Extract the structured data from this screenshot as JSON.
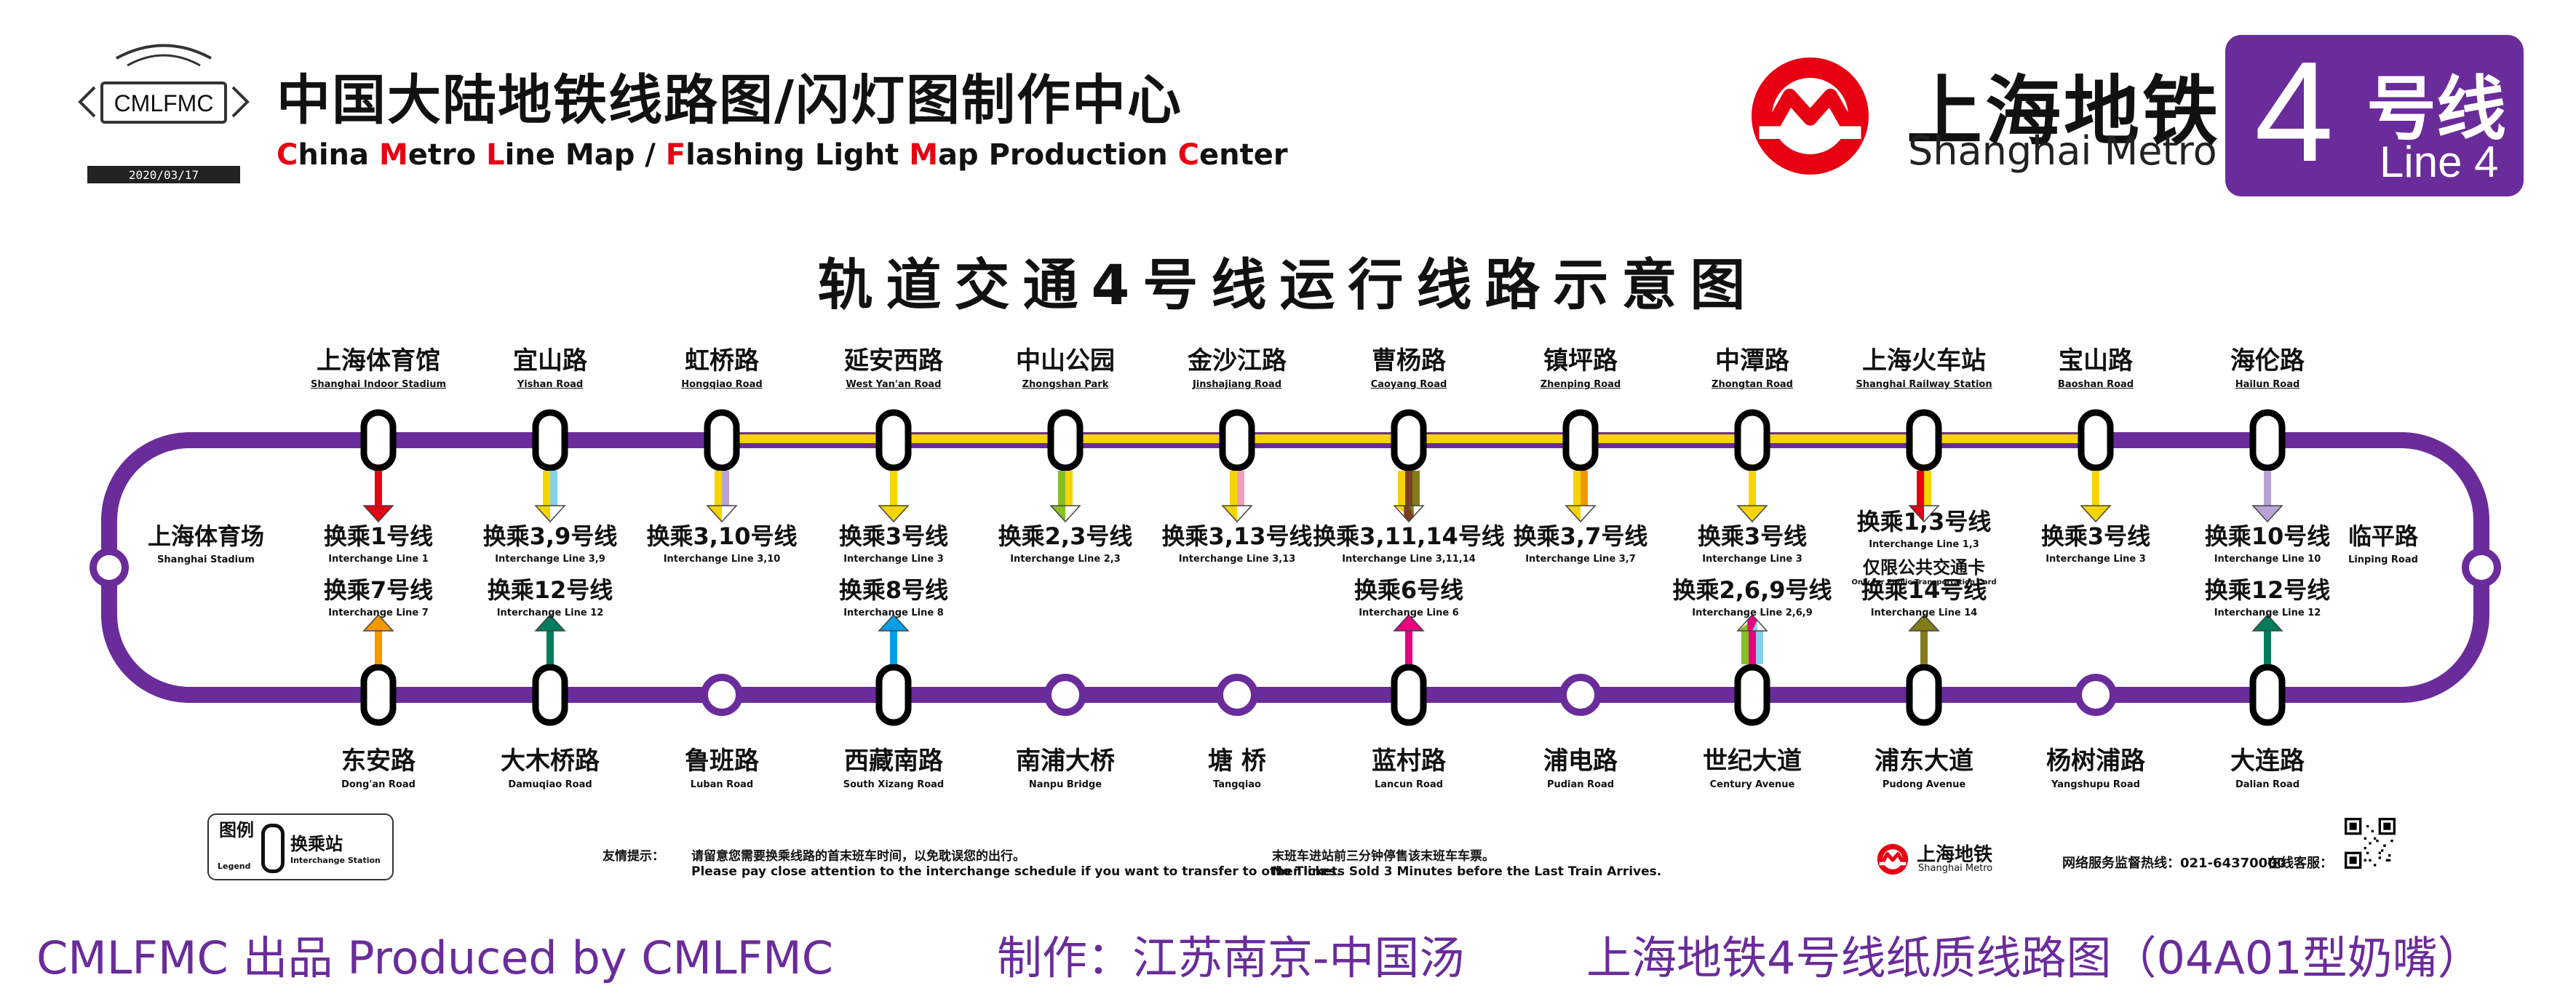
{
  "header": {
    "logo_text": "CMLFMC",
    "logo_date": "2020/03/17",
    "title_cn": "中国大陆地铁线路图/闪灯图制作中心",
    "title_en_parts": [
      {
        "t": "C",
        "red": true
      },
      {
        "t": "hina ",
        "red": false
      },
      {
        "t": "M",
        "red": true
      },
      {
        "t": "etro ",
        "red": false
      },
      {
        "t": "L",
        "red": true
      },
      {
        "t": "ine Map / ",
        "red": false
      },
      {
        "t": "F",
        "red": true
      },
      {
        "t": "lashing Light ",
        "red": false
      },
      {
        "t": "M",
        "red": true
      },
      {
        "t": "ap Production ",
        "red": false
      },
      {
        "t": "C",
        "red": true
      },
      {
        "t": "enter",
        "red": false
      }
    ],
    "operator_cn": "上海地铁",
    "operator_en": "Shanghai Metro",
    "line_number": "4",
    "line_cn": "号线",
    "line_en": "Line 4"
  },
  "diagram_title": "轨道交通4号线运行线路示意图",
  "colors": {
    "line4": "#6a2c9a",
    "through": "#f5d400",
    "brand_red": "#e60012",
    "L1": "#e60012",
    "L2": "#86c023",
    "L3": "#f5d400",
    "L4": "#6a2c9a",
    "L6": "#e4007f",
    "L7": "#f39800",
    "L8": "#009fe8",
    "L9": "#87ceeb",
    "L10": "#b9a2d4",
    "L11": "#7b3f1f",
    "L12": "#007b5b",
    "L13": "#f19ec2",
    "L14": "#827c1b"
  },
  "top_stations": [
    {
      "cn": "上海体育馆",
      "en": "Shanghai Indoor Stadium",
      "interchange": true,
      "arrow_dir": "down",
      "arrow_lines": [
        "L1"
      ],
      "xfer_cn": "换乘1号线",
      "xfer_en": "Interchange Line 1"
    },
    {
      "cn": "宜山路",
      "en": "Yishan Road",
      "interchange": true,
      "arrow_dir": "down",
      "arrow_lines": [
        "L3",
        "L9"
      ],
      "xfer_cn": "换乘3,9号线",
      "xfer_en": "Interchange Line 3,9"
    },
    {
      "cn": "虹桥路",
      "en": "Hongqiao Road",
      "interchange": true,
      "arrow_dir": "down",
      "arrow_lines": [
        "L3",
        "L10"
      ],
      "xfer_cn": "换乘3,10号线",
      "xfer_en": "Interchange Line 3,10"
    },
    {
      "cn": "延安西路",
      "en": "West Yan'an Road",
      "interchange": true,
      "arrow_dir": "down",
      "arrow_lines": [
        "L3"
      ],
      "xfer_cn": "换乘3号线",
      "xfer_en": "Interchange Line 3"
    },
    {
      "cn": "中山公园",
      "en": "Zhongshan Park",
      "interchange": true,
      "arrow_dir": "down",
      "arrow_lines": [
        "L2",
        "L3"
      ],
      "xfer_cn": "换乘2,3号线",
      "xfer_en": "Interchange Line 2,3"
    },
    {
      "cn": "金沙江路",
      "en": "Jinshajiang Road",
      "interchange": true,
      "arrow_dir": "down",
      "arrow_lines": [
        "L3",
        "L13"
      ],
      "xfer_cn": "换乘3,13号线",
      "xfer_en": "Interchange Line 3,13"
    },
    {
      "cn": "曹杨路",
      "en": "Caoyang Road",
      "interchange": true,
      "arrow_dir": "down",
      "arrow_lines": [
        "L3",
        "L11",
        "L14"
      ],
      "xfer_cn": "换乘3,11,14号线",
      "xfer_en": "Interchange Line 3,11,14"
    },
    {
      "cn": "镇坪路",
      "en": "Zhenping Road",
      "interchange": true,
      "arrow_dir": "down",
      "arrow_lines": [
        "L3",
        "L7"
      ],
      "xfer_cn": "换乘3,7号线",
      "xfer_en": "Interchange Line 3,7"
    },
    {
      "cn": "中潭路",
      "en": "Zhongtan Road",
      "interchange": true,
      "arrow_dir": "down",
      "arrow_lines": [
        "L3"
      ],
      "xfer_cn": "换乘3号线",
      "xfer_en": "Interchange Line 3"
    },
    {
      "cn": "上海火车站",
      "en": "Shanghai Railway Station",
      "interchange": true,
      "arrow_dir": "down",
      "arrow_lines": [
        "L1",
        "L3"
      ],
      "xfer_cn": "换乘1,3号线",
      "xfer_en": "Interchange Line 1,3",
      "note_cn": "仅限公共交通卡",
      "note_en": "Only for Public Transportation Card"
    },
    {
      "cn": "宝山路",
      "en": "Baoshan Road",
      "interchange": true,
      "arrow_dir": "down",
      "arrow_lines": [
        "L3"
      ],
      "xfer_cn": "换乘3号线",
      "xfer_en": "Interchange Line 3"
    },
    {
      "cn": "海伦路",
      "en": "Hailun Road",
      "interchange": true,
      "arrow_dir": "down",
      "arrow_lines": [
        "L10"
      ],
      "xfer_cn": "换乘10号线",
      "xfer_en": "Interchange Line 10"
    }
  ],
  "bottom_stations": [
    {
      "cn": "东安路",
      "en": "Dong'an Road",
      "interchange": true,
      "arrow_lines": [
        "L7"
      ],
      "xfer_cn": "换乘7号线",
      "xfer_en": "Interchange Line 7"
    },
    {
      "cn": "大木桥路",
      "en": "Damuqiao Road",
      "interchange": true,
      "arrow_lines": [
        "L12"
      ],
      "xfer_cn": "换乘12号线",
      "xfer_en": "Interchange Line 12"
    },
    {
      "cn": "鲁班路",
      "en": "Luban Road",
      "interchange": false
    },
    {
      "cn": "西藏南路",
      "en": "South Xizang Road",
      "interchange": true,
      "arrow_lines": [
        "L8"
      ],
      "xfer_cn": "换乘8号线",
      "xfer_en": "Interchange Line 8"
    },
    {
      "cn": "南浦大桥",
      "en": "Nanpu Bridge",
      "interchange": false
    },
    {
      "cn": "塘 桥",
      "en": "Tangqiao",
      "interchange": false
    },
    {
      "cn": "蓝村路",
      "en": "Lancun Road",
      "interchange": true,
      "arrow_lines": [
        "L6"
      ],
      "xfer_cn": "换乘6号线",
      "xfer_en": "Interchange Line 6"
    },
    {
      "cn": "浦电路",
      "en": "Pudian Road",
      "interchange": false
    },
    {
      "cn": "世纪大道",
      "en": "Century Avenue",
      "interchange": true,
      "arrow_lines": [
        "L2",
        "L6",
        "L9"
      ],
      "xfer_cn": "换乘2,6,9号线",
      "xfer_en": "Interchange Line 2,6,9"
    },
    {
      "cn": "浦东大道",
      "en": "Pudong Avenue",
      "interchange": true,
      "arrow_lines": [
        "L14"
      ],
      "xfer_cn": "换乘14号线",
      "xfer_en": "Interchange Line 14"
    },
    {
      "cn": "杨树浦路",
      "en": "Yangshupu Road",
      "interchange": false
    },
    {
      "cn": "大连路",
      "en": "Dalian Road",
      "interchange": true,
      "arrow_lines": [
        "L12"
      ],
      "xfer_cn": "换乘12号线",
      "xfer_en": "Interchange Line 12"
    }
  ],
  "left_terminal": {
    "cn": "上海体育场",
    "en": "Shanghai Stadium"
  },
  "right_terminal": {
    "cn": "临平路",
    "en": "Linping Road"
  },
  "legend": {
    "title_cn": "图例",
    "title_en": "Legend",
    "item_cn": "换乘站",
    "item_en": "Interchange Station"
  },
  "notices": {
    "tip_label": "友情提示：",
    "tip_cn": "请留意您需要换乘线路的首末班车时间，以免耽误您的出行。",
    "tip_en": "Please pay close attention to the interchange schedule if you want to transfer to other lines.",
    "last_cn": "末班车进站前三分钟停售该末班车车票。",
    "last_en": "No Tickets Sold 3 Minutes before the Last Train Arrives."
  },
  "footer": {
    "logo_cn": "上海地铁",
    "logo_en": "Shanghai Metro",
    "hotline": "网络服务监督热线：021-64370000",
    "service": "在线客服："
  },
  "credits": {
    "producer": "CMLFMC 出品  Produced by CMLFMC",
    "maker": "制作：江苏南京-中国汤",
    "product": "上海地铁4号线纸质线路图（04A01型奶嘴）"
  }
}
